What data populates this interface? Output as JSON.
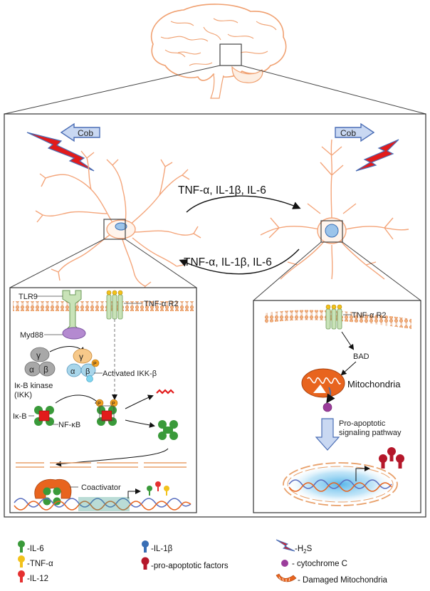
{
  "arrows": {
    "cob_left": "Cob",
    "cob_right": "Cob"
  },
  "cytokine_flow": {
    "microglia_to_neuron": "TNF-α, IL-1β, IL-6",
    "neuron_to_microglia": "TNF-α, IL-1β, IL-6"
  },
  "left_panel": {
    "tlr9": "TLR9",
    "tnf_receptor": "TNF-α R2",
    "myd88": "Myd88",
    "gamma": "γ",
    "alpha": "α",
    "beta": "β",
    "ikk_label_1": "Iκ-B kinase",
    "ikk_label_2": "(IKK)",
    "activated_ikk": "Activated IKK-β",
    "ikb": "Iκ-B",
    "nfkb": "NF-κB",
    "phospho": "P",
    "coactivator": "Coactivator"
  },
  "right_panel": {
    "tnf_receptor": "TNF-α R2",
    "bad": "BAD",
    "mitochondria": "Mitochondria",
    "pathway_line1": "Pro-apoptotic",
    "pathway_line2": "signaling pathway"
  },
  "legend": {
    "il6": "-IL-6",
    "tnfa": "-TNF-α",
    "il12": "-IL-12",
    "il1b": "-IL-1β",
    "pro_apoptotic": "-pro-apoptotic factors",
    "h2s_prefix": "-H",
    "h2s_sub": "2",
    "h2s_suffix": "S",
    "cytochrome": "- cytochrome C",
    "damaged_mito": "- Damaged Mitochondria"
  },
  "colors": {
    "il6": "#3a9a3a",
    "tnfa": "#f2c21b",
    "il12": "#e53030",
    "il1b": "#3a6fb5",
    "pro_apoptotic": "#b5172a",
    "cytochrome": "#9b3d9b",
    "mitochondria": "#e8641e",
    "cell_outline": "#f4a57a",
    "membrane": "#e8a06a",
    "cob_arrow_fill": "#c9d8f2",
    "cob_arrow_stroke": "#4a6db5",
    "lightning": "#e21b1b"
  }
}
